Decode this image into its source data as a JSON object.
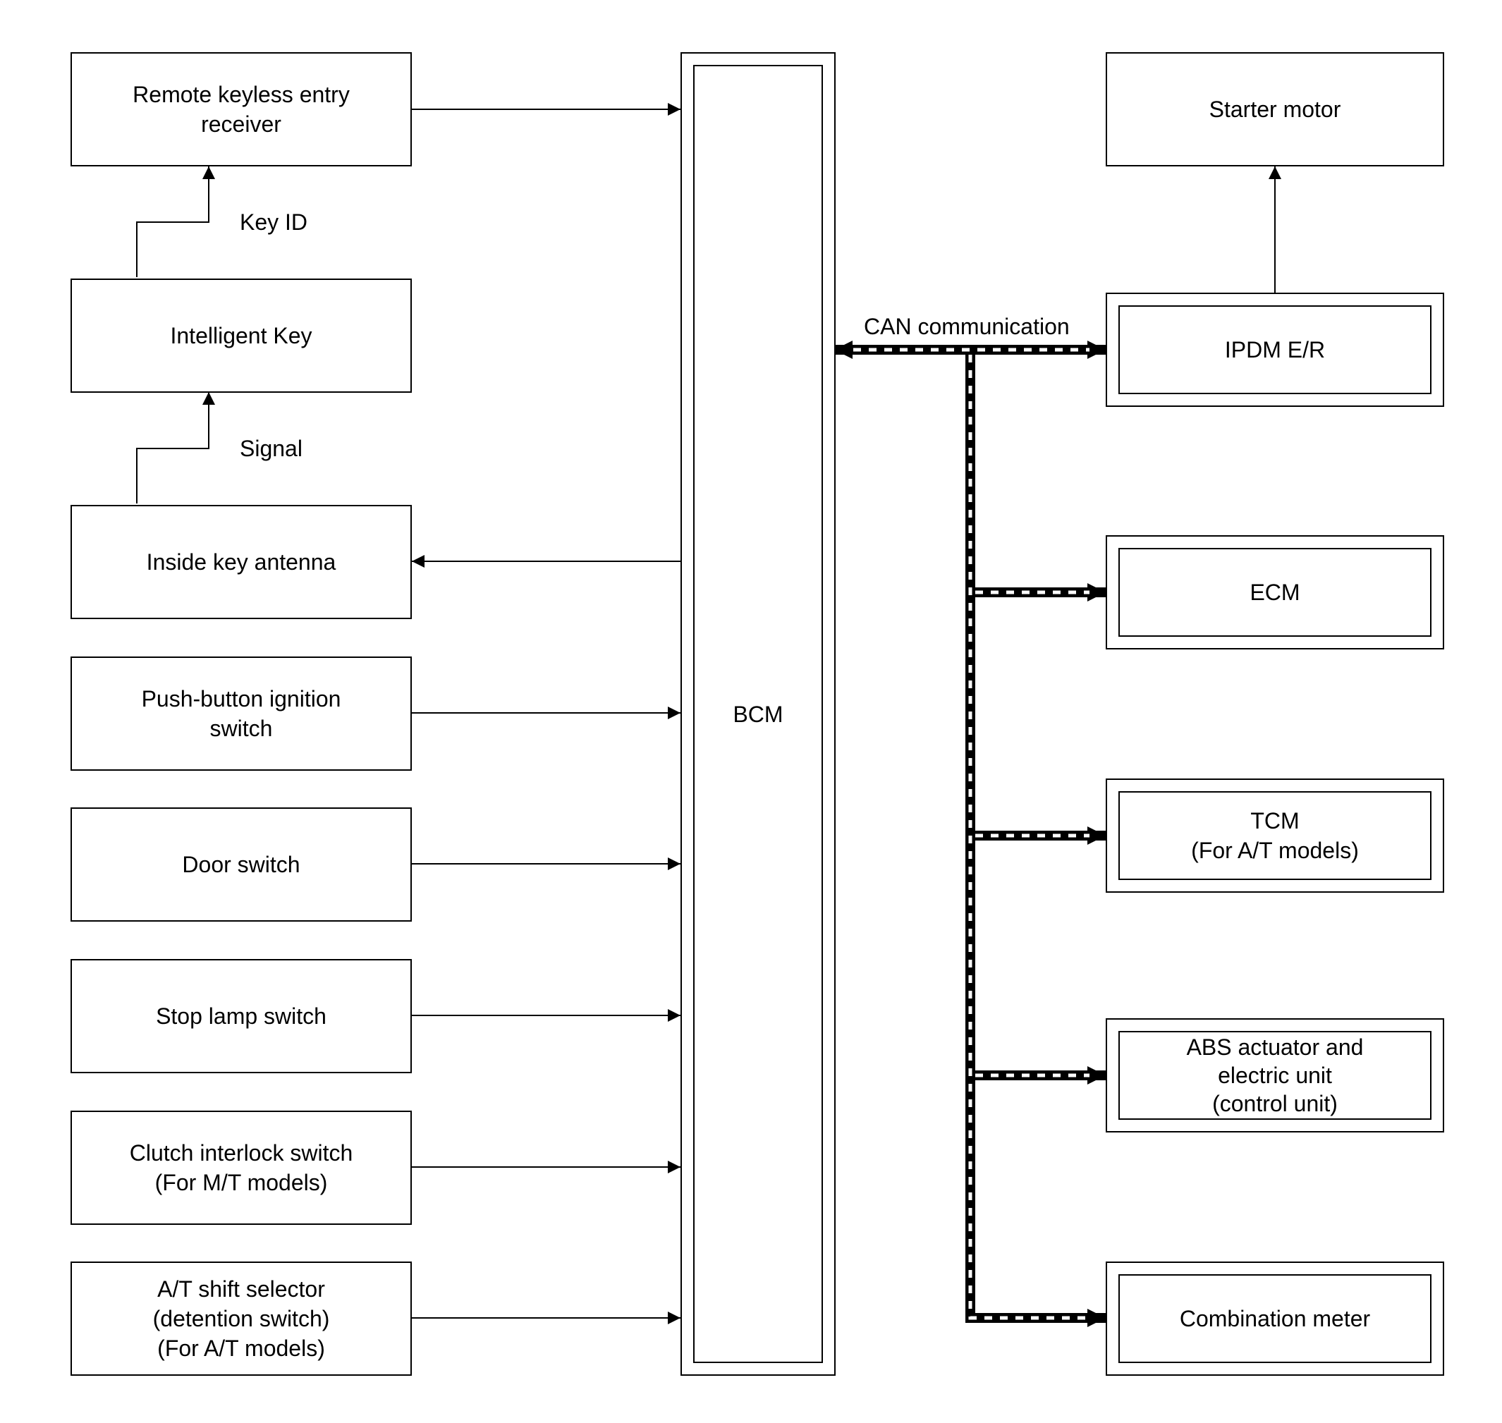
{
  "left_boxes": [
    {
      "key": "rke",
      "label": "Remote keyless entry\nreceiver"
    },
    {
      "key": "ikey",
      "label": "Intelligent Key"
    },
    {
      "key": "antenna",
      "label": "Inside key antenna"
    },
    {
      "key": "push",
      "label": "Push-button ignition\nswitch"
    },
    {
      "key": "door",
      "label": "Door switch"
    },
    {
      "key": "stop",
      "label": "Stop lamp switch"
    },
    {
      "key": "clutch",
      "label": "Clutch interlock switch\n(For M/T models)"
    },
    {
      "key": "atshift",
      "label": "A/T shift selector\n(detention switch)\n(For A/T models)"
    }
  ],
  "signal_labels": {
    "key_id": "Key ID",
    "signal": "Signal"
  },
  "bcm": {
    "label": "BCM"
  },
  "can": {
    "label": "CAN communication"
  },
  "right_boxes": [
    {
      "key": "starter",
      "label": "Starter motor"
    },
    {
      "key": "ipdm",
      "label": "IPDM E/R"
    },
    {
      "key": "ecm",
      "label": "ECM"
    },
    {
      "key": "tcm",
      "label": "TCM\n(For A/T models)"
    },
    {
      "key": "abs",
      "label": "ABS actuator and\nelectric unit\n(control unit)"
    },
    {
      "key": "meter",
      "label": "Combination meter"
    }
  ]
}
